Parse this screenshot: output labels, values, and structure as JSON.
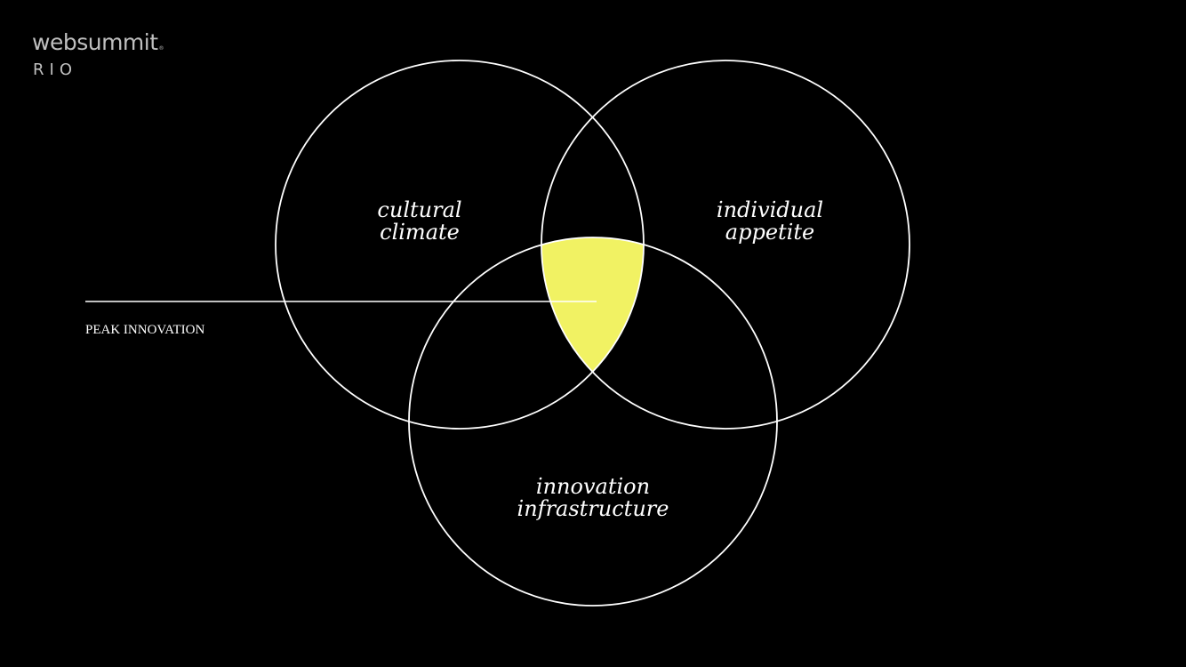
{
  "logo": {
    "wordmark": "websummit",
    "registered": "®",
    "city": "RIO"
  },
  "diagram": {
    "circles": [
      {
        "line1": "cultural",
        "line2": "climate"
      },
      {
        "line1": "individual",
        "line2": "appetite"
      },
      {
        "line1": "innovation",
        "line2": "infrastructure"
      }
    ],
    "callout": "PEAK INNOVATION",
    "highlight_color": "#f1f263",
    "stroke_color": "#ffffff"
  }
}
